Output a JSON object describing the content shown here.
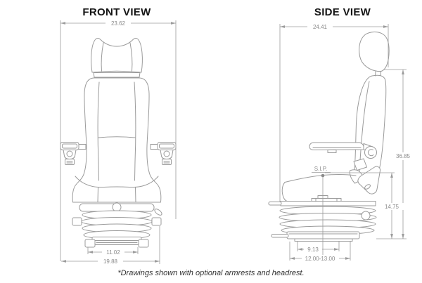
{
  "front_view": {
    "title": "FRONT VIEW",
    "dims": {
      "overall_width": "23.62",
      "rail_width": "11.02",
      "base_width": "19.88"
    }
  },
  "side_view": {
    "title": "SIDE VIEW",
    "dims": {
      "overall_depth": "24.41",
      "overall_height": "36.85",
      "sip_height": "14.75",
      "base_depth": "9.13",
      "base_depth_range": "12.00-13.00"
    },
    "labels": {
      "sip": "S.I.P."
    }
  },
  "footer": {
    "note": "*Drawings shown with optional armrests and headrest."
  },
  "colors": {
    "line": "#9b9b9b",
    "dim_text": "#8a8a8a",
    "title_text": "#141414",
    "note_text": "#333333",
    "background": "#ffffff"
  }
}
